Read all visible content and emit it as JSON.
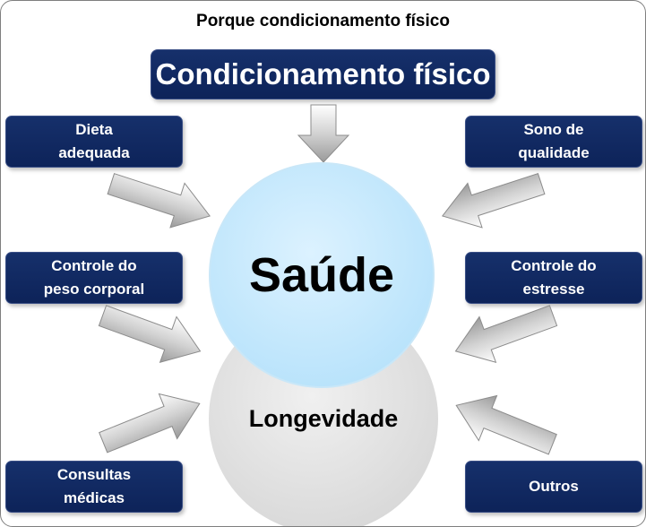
{
  "title": "Porque condicionamento físico",
  "main_box": "Condicionamento físico",
  "factors": {
    "diet": "Dieta\nadequada",
    "sleep": "Sono de\nqualidade",
    "weight": "Controle do\npeso corporal",
    "stress": "Controle do\nestresse",
    "medical": "Consultas\nmédicas",
    "others": "Outros"
  },
  "outcomes": {
    "health": "Saúde",
    "longevity": "Longevidade"
  },
  "colors": {
    "box_fill": "#0d2359",
    "health_circle": "#b9e3fb",
    "longevity_circle": "#d9d9d9",
    "arrow": "#c8c8c8"
  }
}
